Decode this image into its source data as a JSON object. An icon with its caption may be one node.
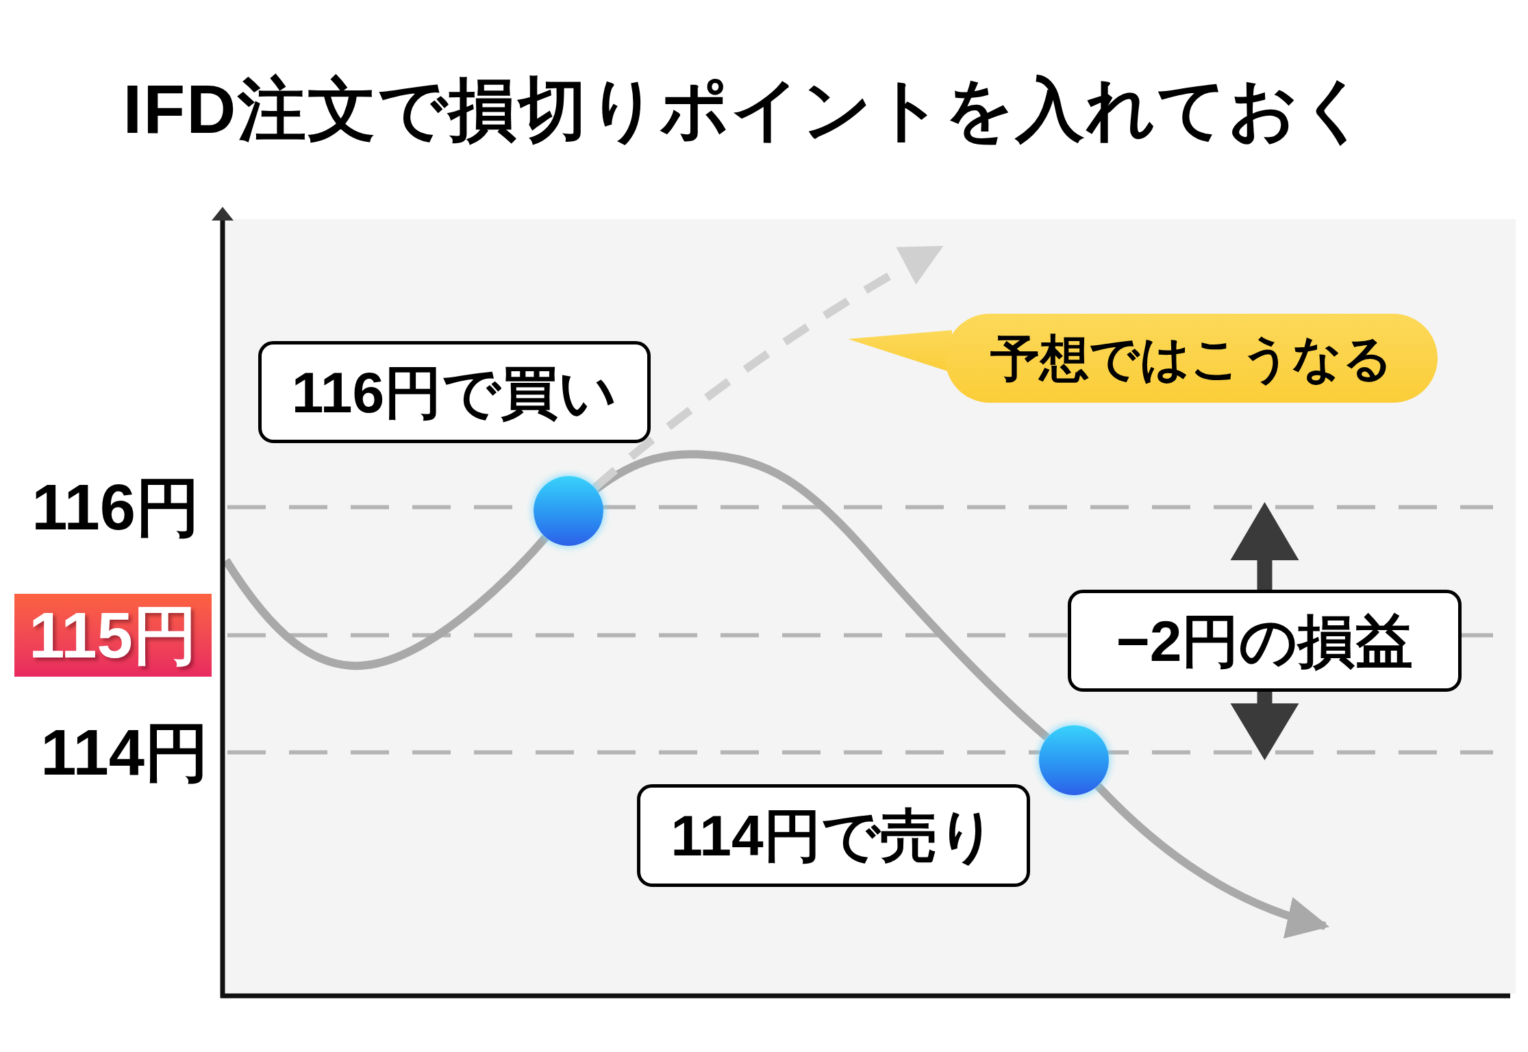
{
  "diagram": {
    "title": "IFD注文で損切りポイントを入れておく",
    "nodes": [
      {
        "text": [
          "予想ではこうなる"
        ]
      },
      {
        "text": [
          "116円で買い"
        ]
      },
      {
        "text": [],
        "shape": "circle"
      },
      {
        "text": [
          "−2円の損益"
        ]
      },
      {
        "text": [],
        "shape": "circle"
      },
      {
        "text": [
          "114円で売り"
        ]
      }
    ],
    "edges": [
      {
        "from": 2,
        "to": 4,
        "arrow": "none"
      },
      {
        "from": 4,
        "to": null,
        "arrow": "to"
      },
      {
        "from": 2,
        "to": null,
        "arrow": "to",
        "style": "dashed",
        "color": "#d0d0d0"
      }
    ],
    "labels": [
      "116円",
      "115円",
      "114円"
    ]
  }
}
